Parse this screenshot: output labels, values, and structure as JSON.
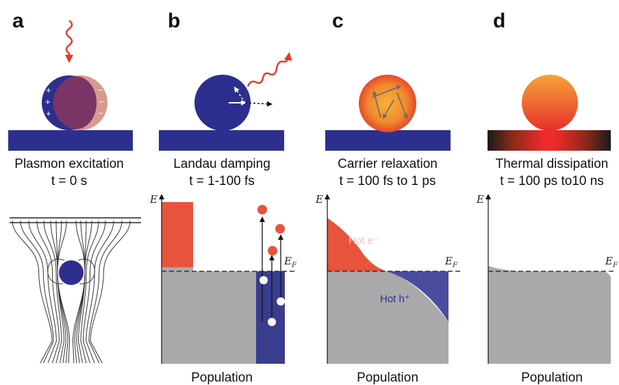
{
  "panels": [
    {
      "letter": "a",
      "title": "Plasmon excitation",
      "time": "t = 0 s"
    },
    {
      "letter": "b",
      "title": "Landau damping",
      "time": "t = 1-100 fs",
      "axis_label": "E",
      "fermi_label": "E",
      "fermi_sub": "F",
      "x_label": "Population"
    },
    {
      "letter": "c",
      "title": "Carrier relaxation",
      "time": "t = 100 fs to 1 ps",
      "axis_label": "E",
      "fermi_label": "E",
      "fermi_sub": "F",
      "x_label": "Population",
      "hot_electrons": "Hot e⁻",
      "hot_holes": "Hot h⁺"
    },
    {
      "letter": "d",
      "title": "Thermal dissipation",
      "time": "t = 100 ps to10 ns",
      "axis_label": "E",
      "fermi_label": "E",
      "fermi_sub": "F",
      "x_label": "Population"
    }
  ],
  "colors": {
    "metal_blue": "#2d2f8e",
    "hot_red": "#e8533d",
    "equilibrium_gray": "#a9a9ab",
    "photon_red": "#e23b2a"
  },
  "icons": [
    "wavy-photon-arrow",
    "nanoparticle",
    "substrate",
    "field-lines"
  ]
}
